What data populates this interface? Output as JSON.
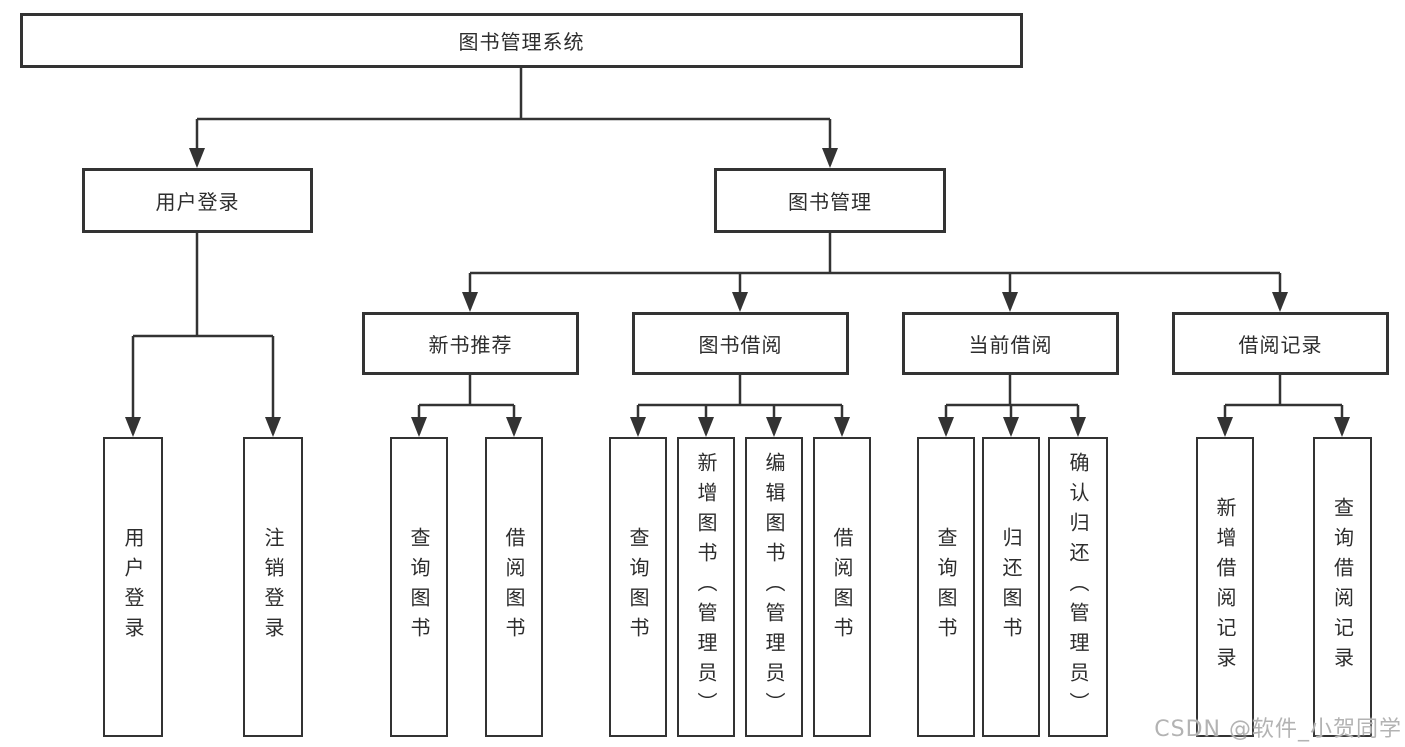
{
  "title": "图书管理系统",
  "branches": {
    "login": {
      "label": "用户登录",
      "children": [
        "用户登录",
        "注销登录"
      ]
    },
    "management": {
      "label": "图书管理",
      "sections": [
        {
          "label": "新书推荐",
          "children": [
            "查询图书",
            "借阅图书"
          ]
        },
        {
          "label": "图书借阅",
          "children": [
            "查询图书",
            "新增图书（管理员）",
            "编辑图书（管理员）",
            "借阅图书"
          ]
        },
        {
          "label": "当前借阅",
          "children": [
            "查询图书",
            "归还图书",
            "确认归还（管理员）"
          ]
        },
        {
          "label": "借阅记录",
          "children": [
            "新增借阅记录",
            "查询借阅记录"
          ]
        }
      ]
    }
  },
  "watermark": "CSDN @软件_小贺同学",
  "colors": {
    "line": "#333333",
    "border": "#333333",
    "text": "#2d2d2d",
    "watermark": "#b3b3b3",
    "background": "#ffffff"
  }
}
